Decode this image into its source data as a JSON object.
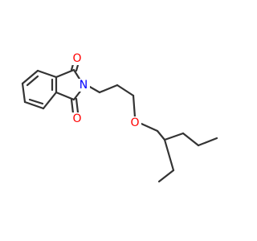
{
  "structure": {
    "atoms": {
      "O_top": {
        "label": "O",
        "color": "#ff0000"
      },
      "O_bottom": {
        "label": "O",
        "color": "#ff0000"
      },
      "N": {
        "label": "N",
        "color": "#0000ff"
      },
      "O_ether": {
        "label": "O",
        "color": "#ff0000"
      }
    },
    "bond_color": "#333333",
    "background": "#ffffff"
  }
}
